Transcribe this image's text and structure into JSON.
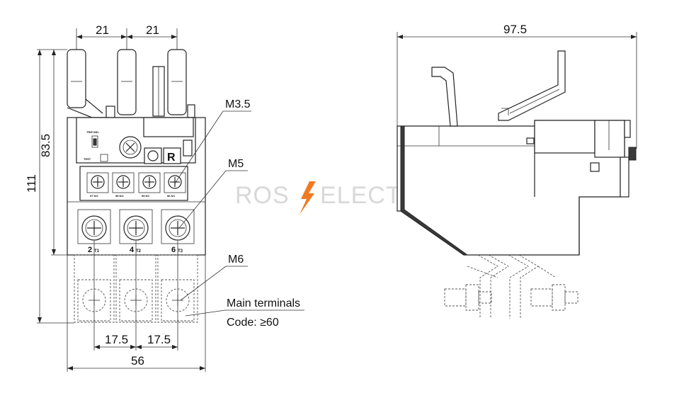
{
  "front_view": {
    "dim_top_left": "21",
    "dim_top_right": "21",
    "dim_height_upper": "83.5",
    "dim_height_total": "111",
    "dim_pitch_left": "17.5",
    "dim_pitch_right": "17.5",
    "dim_width": "56",
    "label_aux_screw": "M3.5",
    "label_main_screw": "M5",
    "label_terminal_screw": "M6",
    "label_main_terminals": "Main terminals",
    "label_code": "Code: ≥60",
    "terminal_labels": [
      "2",
      "4",
      "6"
    ],
    "terminal_sublabels": [
      "T1",
      "T2",
      "T3"
    ],
    "aux_contact_labels": [
      "97 NO",
      "98 NO",
      "95 NC",
      "96 NC"
    ],
    "trip_ind_label": "TRIP IND.",
    "reset_mode_label": "R",
    "ok_button_label": "O",
    "test_label": "TEST"
  },
  "side_view": {
    "dim_depth": "97.5"
  },
  "watermark": {
    "left": "ROS",
    "right": "ELECTRIC",
    "bolt_color": "#f07a22"
  }
}
